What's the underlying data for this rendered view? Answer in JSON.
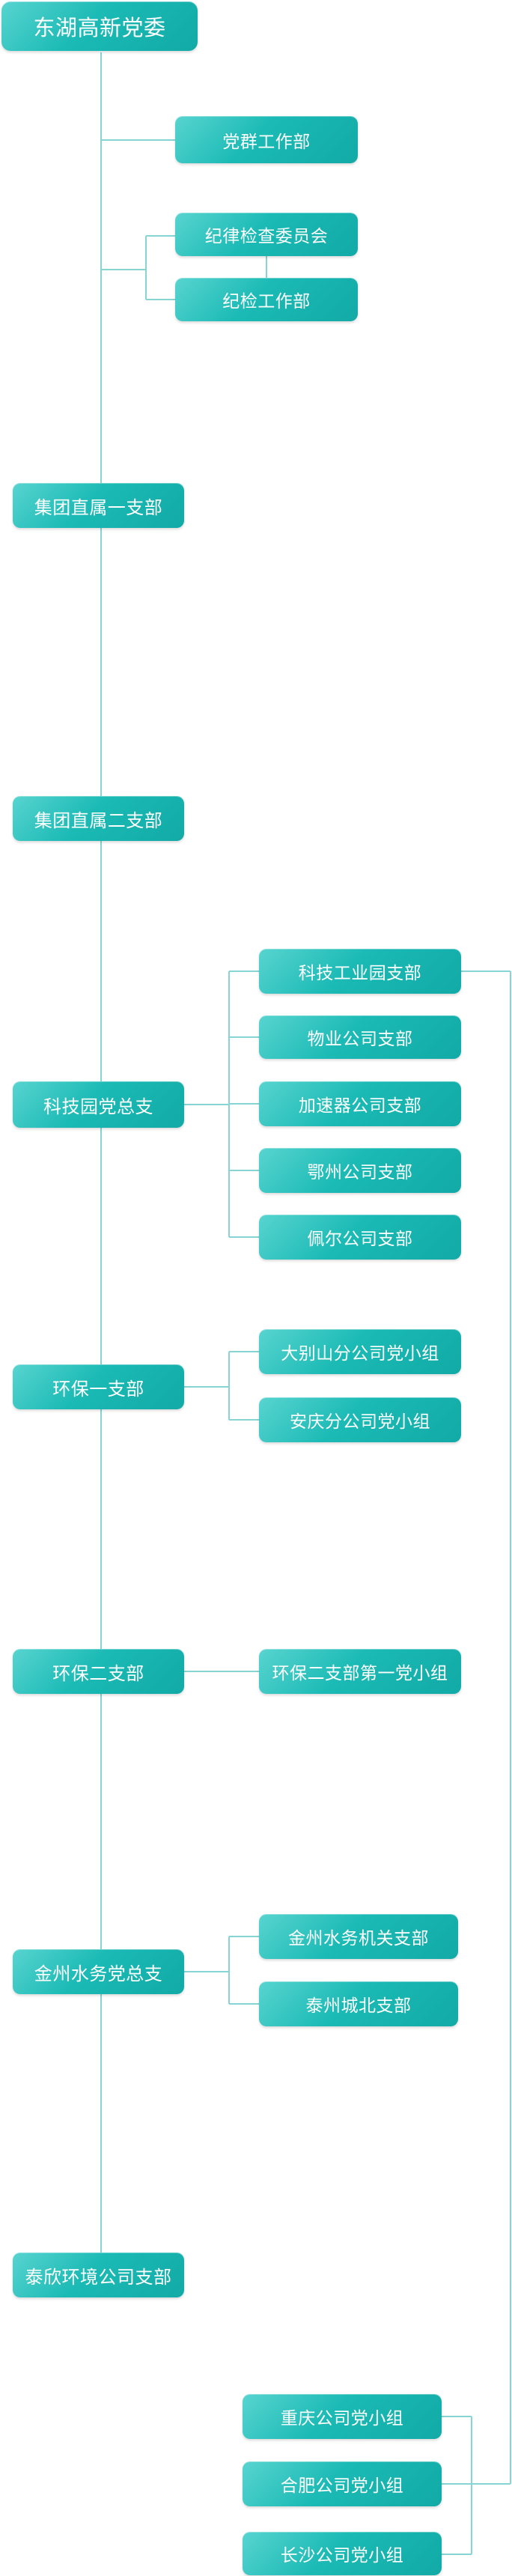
{
  "root": {
    "label": "东湖高新党委"
  },
  "direct_units": [
    "党群工作部",
    "纪律检查委员会",
    "纪检工作部"
  ],
  "branches": [
    {
      "label": "集团直属一支部"
    },
    {
      "label": "集团直属二支部"
    },
    {
      "label": "科技园党总支",
      "children": [
        "科技工业园支部",
        "物业公司支部",
        "加速器公司支部",
        "鄂州公司支部",
        "佩尔公司支部"
      ]
    },
    {
      "label": "环保一支部",
      "children": [
        "大别山分公司党小组",
        "安庆分公司党小组"
      ]
    },
    {
      "label": "环保二支部",
      "children": [
        "环保二支部第一党小组"
      ]
    },
    {
      "label": "金州水务党总支",
      "children": [
        "金州水务机关支部",
        "泰州城北支部"
      ]
    },
    {
      "label": "泰欣环境公司支部"
    }
  ],
  "park_groups": [
    "重庆公司党小组",
    "合肥公司党小组",
    "长沙公司党小组"
  ],
  "colors": {
    "box_light": "#58d4d0",
    "box_dark": "#12aaa6",
    "connector": "#86d4d4",
    "text": "#ffffff"
  }
}
